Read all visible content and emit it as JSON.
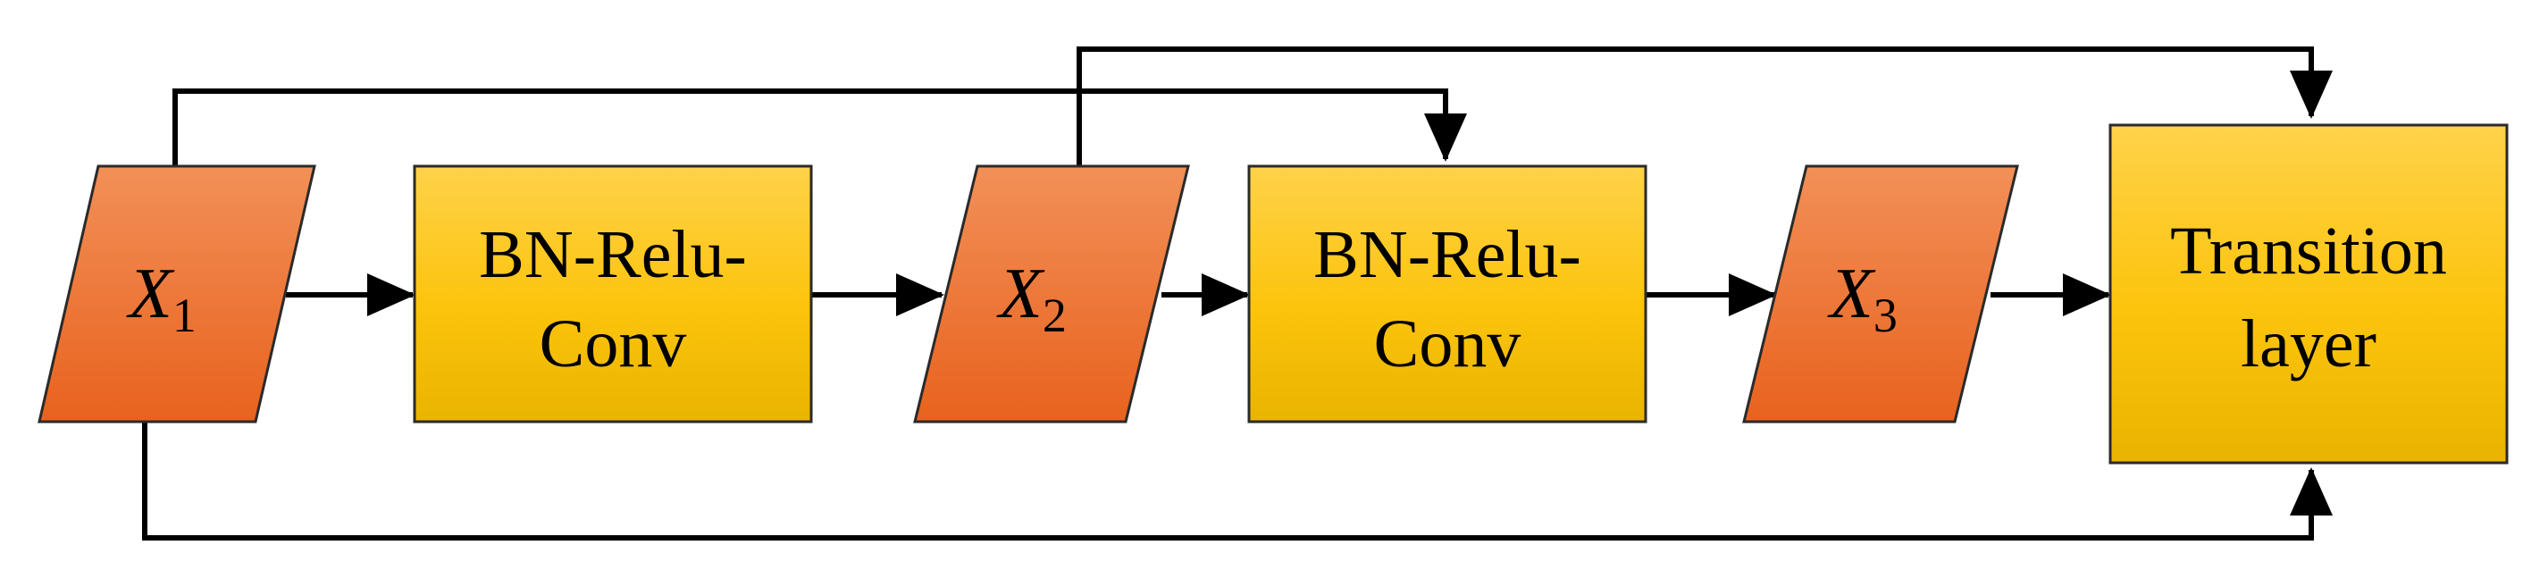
{
  "diagram": {
    "inputs": [
      {
        "symbol": "X",
        "subscript": "1"
      },
      {
        "symbol": "X",
        "subscript": "2"
      },
      {
        "symbol": "X",
        "subscript": "3"
      }
    ],
    "blocks": [
      {
        "line1": "BN-Relu-",
        "line2": "Conv"
      },
      {
        "line1": "BN-Relu-",
        "line2": "Conv"
      }
    ],
    "transition": {
      "line1": "Transition",
      "line2": "layer"
    }
  },
  "colors": {
    "parallelogram_top": "#f29058",
    "parallelogram_bottom": "#e8621e",
    "block_top": "#ffd24a",
    "block_bottom": "#e9b400",
    "edge": "#000000"
  }
}
